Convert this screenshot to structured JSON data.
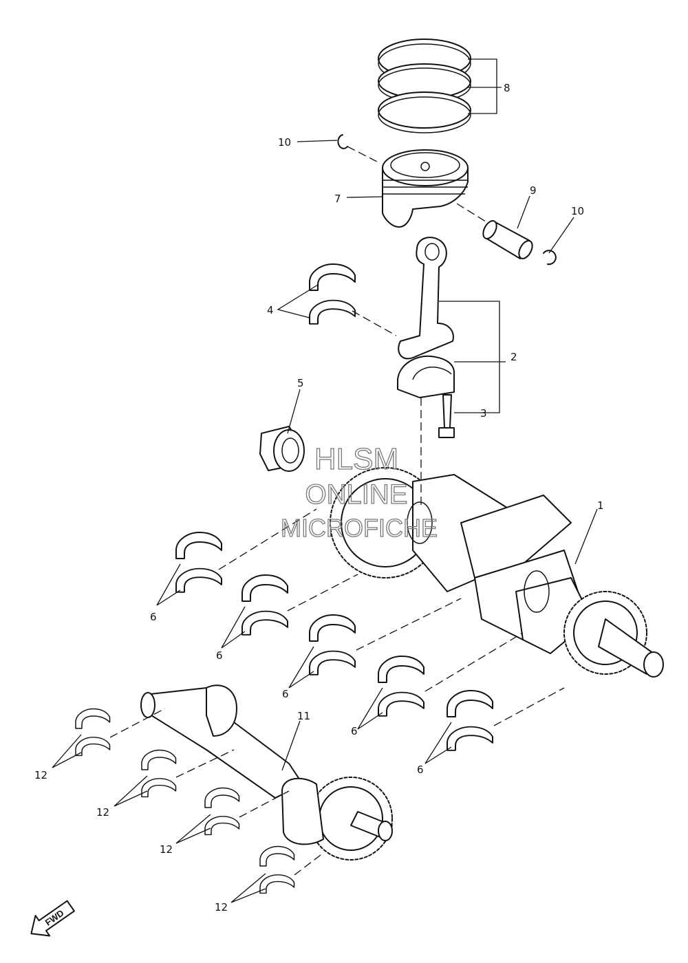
{
  "callouts": {
    "crankshaft": "1",
    "connecting_rod": "2",
    "rod_bolt": "3",
    "rod_bearing": "4",
    "drive_gear": "5",
    "main_bearing_1": "6",
    "main_bearing_2": "6",
    "main_bearing_3": "6",
    "main_bearing_4": "6",
    "main_bearing_5": "6",
    "piston": "7",
    "piston_rings": "8",
    "piston_pin": "9",
    "circlip_left": "10",
    "circlip_right": "10",
    "balancer_shaft": "11",
    "balancer_bearing_1": "12",
    "balancer_bearing_2": "12",
    "balancer_bearing_3": "12",
    "balancer_bearing_4": "12"
  },
  "watermark": {
    "line1": "HLSM",
    "line2": "ONLINE",
    "line3": "MICROFICHE"
  },
  "fwd_label": "FWD"
}
